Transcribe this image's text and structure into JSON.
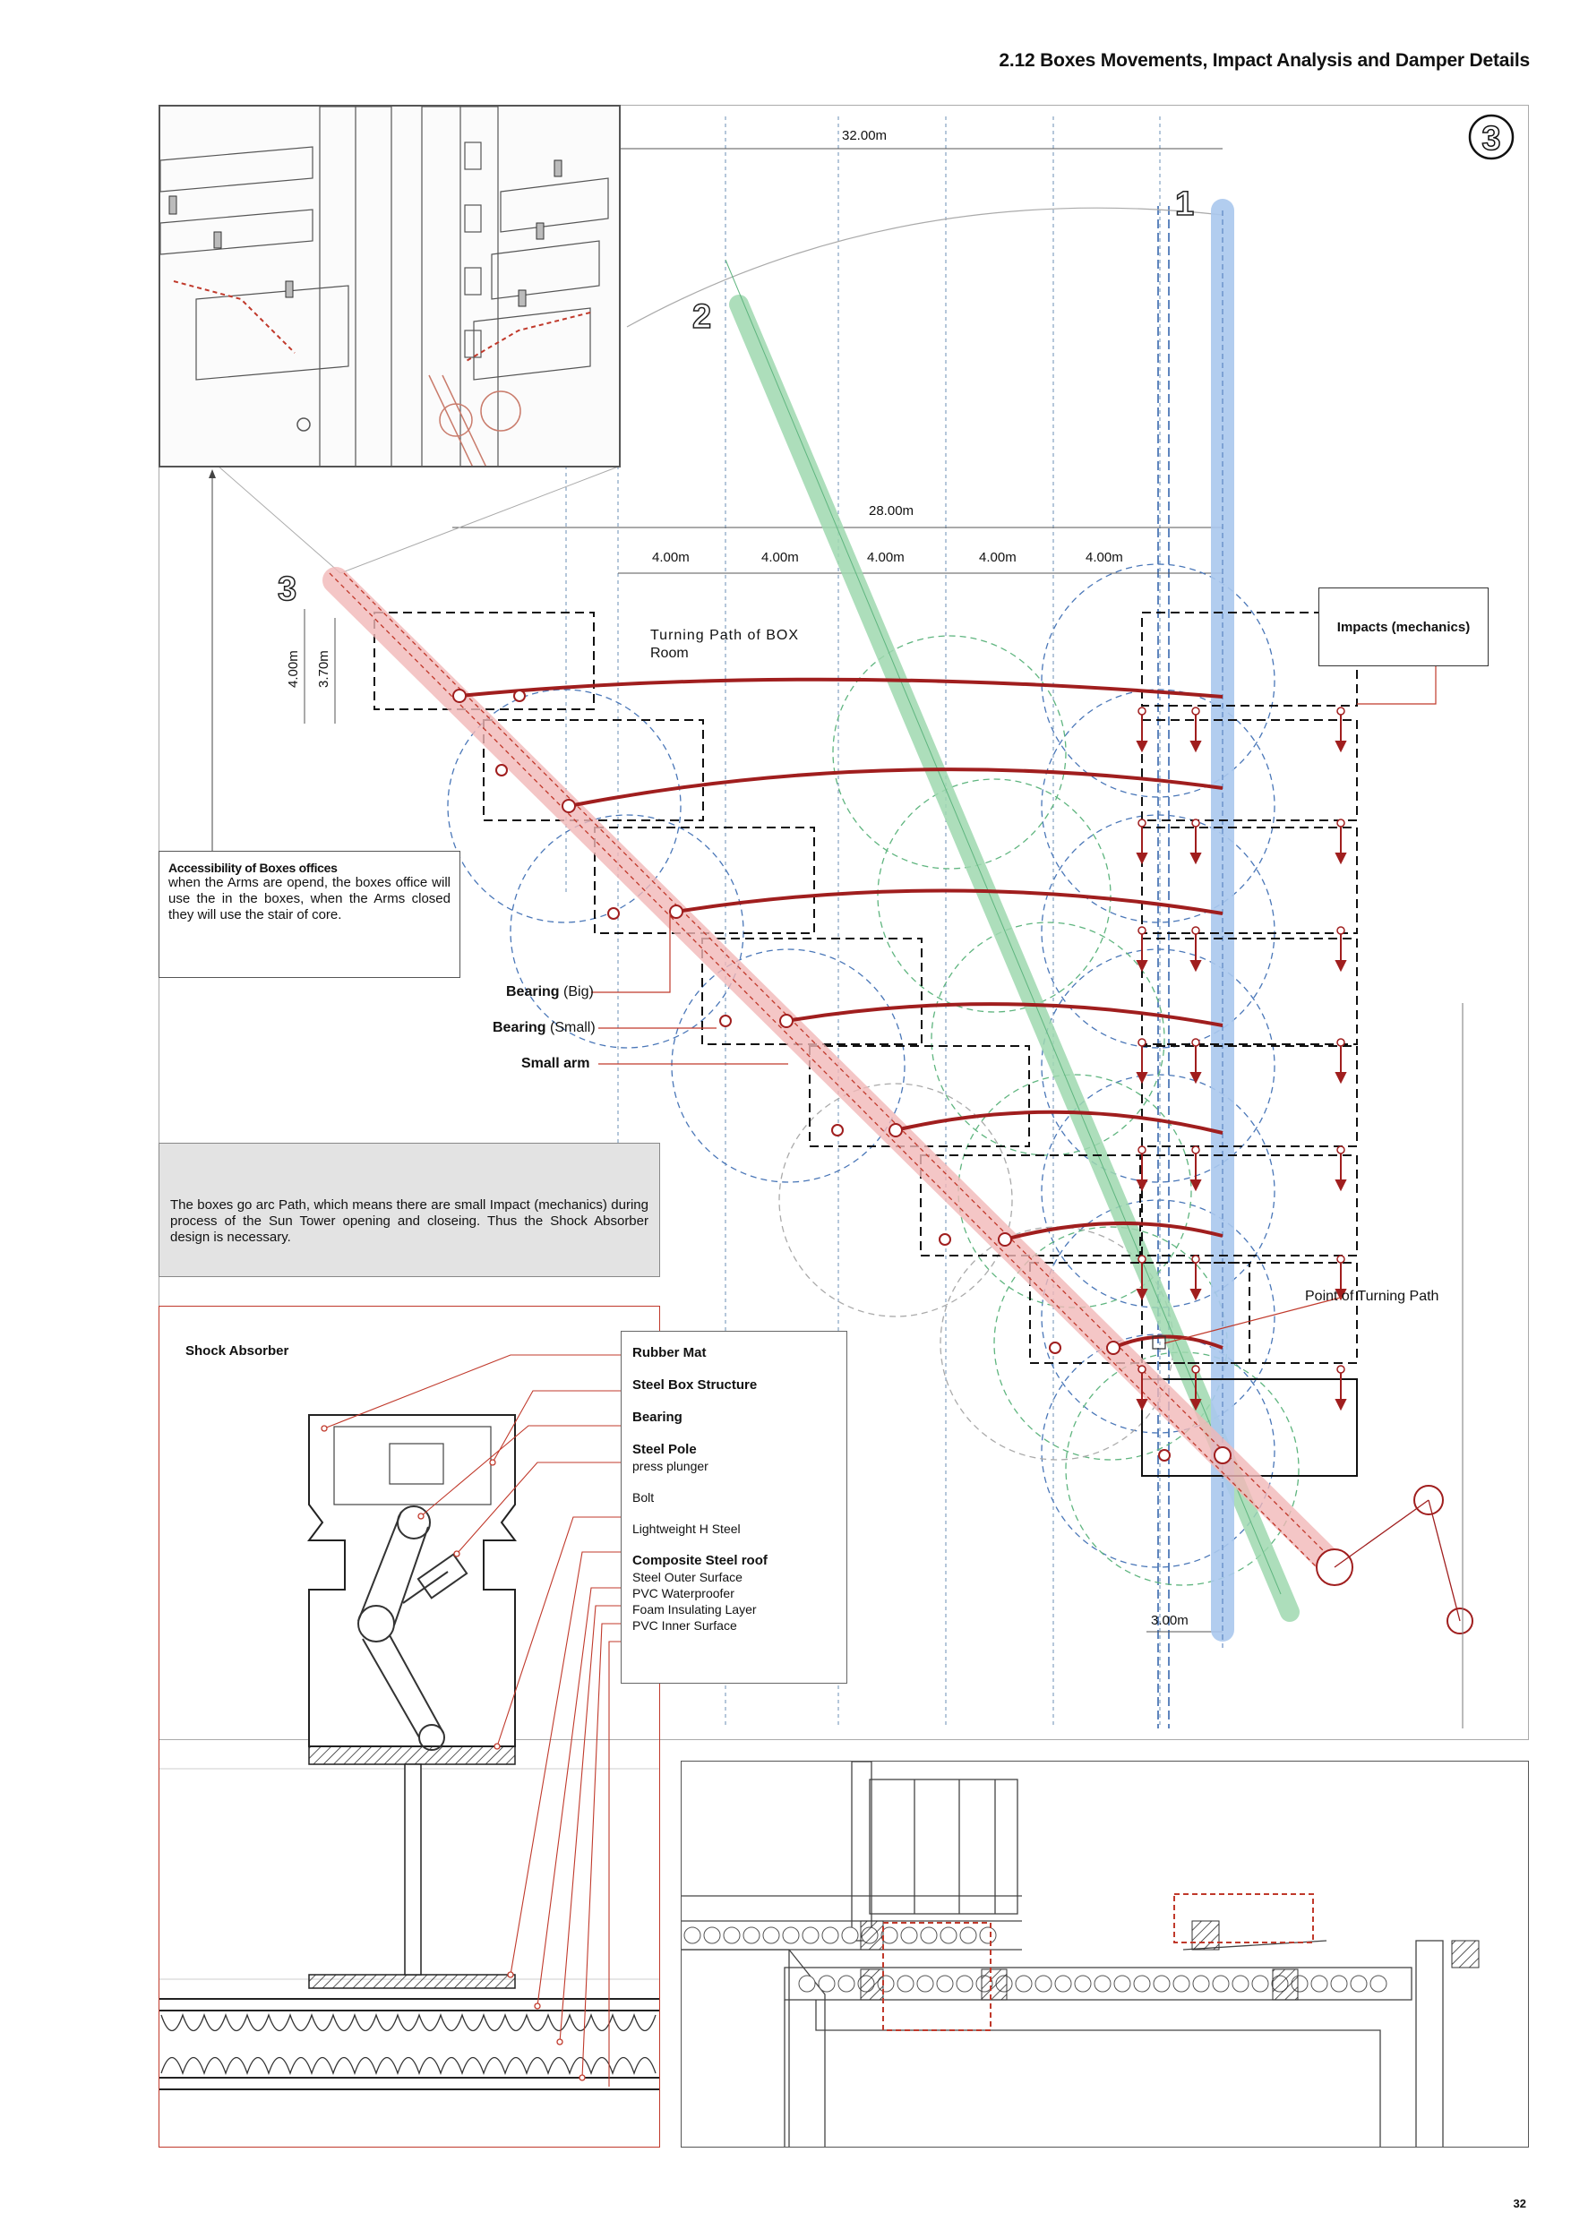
{
  "header": {
    "title": "2.12 Boxes Movements, Impact Analysis and Damper Details"
  },
  "badge": {
    "number": "3"
  },
  "markers": {
    "m1": "1",
    "m2": "2",
    "m3": "3"
  },
  "dimensions": {
    "d32": "32.00m",
    "d28": "28.00m",
    "d4a": "4.00m",
    "d4b": "4.00m",
    "d4c": "4.00m",
    "d4d": "4.00m",
    "d4e": "4.00m",
    "v400": "4.00m",
    "v370": "3.70m",
    "d3": "3.00m"
  },
  "labels": {
    "turning_path_l1": "Turning Path of BOX",
    "turning_path_l2": "Room",
    "impacts": "Impacts (mechanics)",
    "bearing_big_b": "Bearing",
    "bearing_big_s": " (Big)",
    "bearing_small_b": "Bearing",
    "bearing_small_s": " (Small)",
    "small_arm": "Small arm",
    "point_turning": "Point of Turning Path"
  },
  "accessibility": {
    "title": "Accessibility of Boxes offices",
    "body": "when the Arms are opend, the boxes office will use the in the boxes, when the Arms closed they will use the stair of core."
  },
  "impact_note": "The boxes go arc Path, which means there are  small Impact (mechanics) during process of the Sun Tower opening and closeing. Thus the Shock Absorber design is necessary.",
  "shock": {
    "title": "Shock Absorber",
    "legend": {
      "rubber_mat": "Rubber Mat",
      "steel_box": "Steel Box Structure",
      "bearing": "Bearing",
      "steel_pole": "Steel Pole",
      "press_plunger": "press plunger",
      "bolt": "Bolt",
      "lightweight": "Lightweight H Steel",
      "composite": "Composite Steel roof",
      "c1": "Steel Outer Surface",
      "c2": "PVC Waterproofer",
      "c3": "Foam Insulating Layer",
      "c4": "PVC Inner Surface"
    }
  },
  "page_number": "32",
  "colors": {
    "accent_red": "#a01e1e",
    "path_green": "#9fd9b0",
    "path_blue": "#aac8ee",
    "line_red": "#c0392b"
  }
}
